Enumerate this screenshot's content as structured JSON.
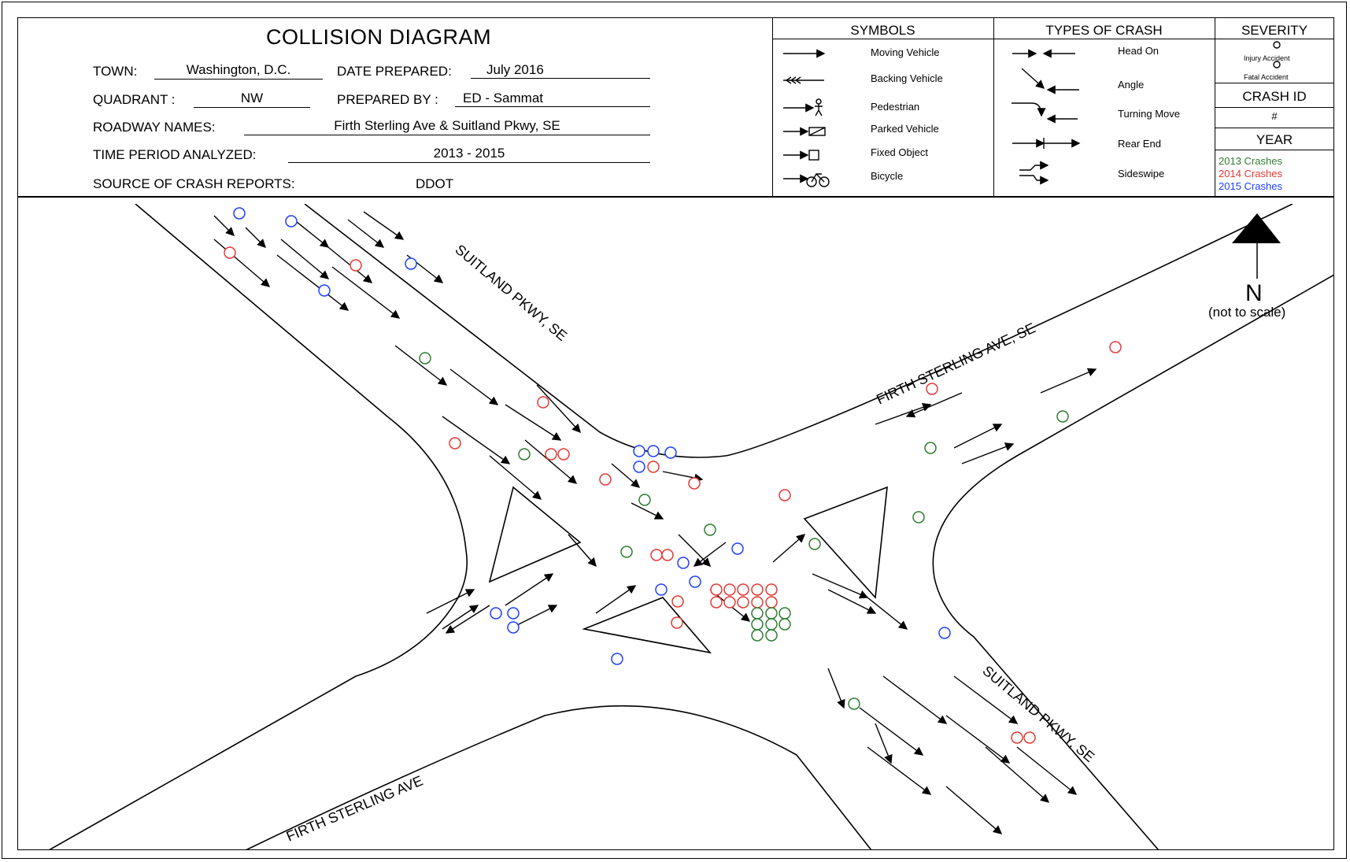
{
  "header": {
    "title": "COLLISION DIAGRAM",
    "town_label": "TOWN:",
    "town": "Washington, D.C.",
    "date_label": "DATE PREPARED:",
    "date": "July 2016",
    "quadrant_label": "QUADRANT :",
    "quadrant": "NW",
    "prepared_by_label": "PREPARED BY :",
    "prepared_by": "ED - Sammat",
    "roadway_label": "ROADWAY NAMES:",
    "roadway": "Firth Sterling Ave & Suitland Pkwy, SE",
    "time_label": "TIME PERIOD ANALYZED:",
    "time": "2013 - 2015",
    "source_label": "SOURCE OF CRASH REPORTS:",
    "source": "DDOT"
  },
  "symbols": {
    "heading": "SYMBOLS",
    "items": [
      "Moving Vehicle",
      "Backing Vehicle",
      "Pedestrian",
      "Parked Vehicle",
      "Fixed Object",
      "Bicycle"
    ]
  },
  "types": {
    "heading": "TYPES OF CRASH",
    "items": [
      "Head On",
      "Angle",
      "Turning Move",
      "Rear End",
      "Sideswipe"
    ]
  },
  "severity": {
    "heading": "SEVERITY",
    "injury": "Injury Accident",
    "fatal": "Fatal Accident",
    "crash_id_heading": "CRASH ID",
    "crash_id_symbol": "#",
    "year_heading": "YEAR",
    "years": [
      {
        "label": "2013 Crashes",
        "color": "#2e7d32"
      },
      {
        "label": "2014 Crashes",
        "color": "#e53935"
      },
      {
        "label": "2015 Crashes",
        "color": "#1e40ff"
      }
    ]
  },
  "map": {
    "north": "N",
    "scale": "(not to scale)",
    "road_suitland_nw": "SUITLAND PKWY, SE",
    "road_firth_ne": "FIRTH STERLING AVE, SE",
    "road_suitland_se": "SUITLAND PKWY, SE",
    "road_firth_sw": "FIRTH STERLING AVE"
  },
  "colors": {
    "y2013": "#2e7d32",
    "y2014": "#e53935",
    "y2015": "#1e40ff"
  }
}
